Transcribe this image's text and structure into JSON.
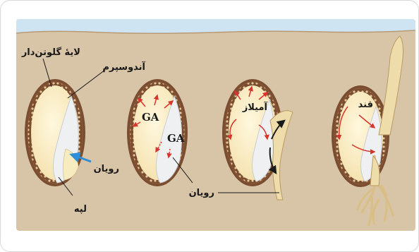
{
  "labels": {
    "aleurone_layer": "لایهٔ گلوتن‌دار",
    "endosperm": "آندوسپرم",
    "embryo_1": "رویان",
    "cotyledon": "لپه",
    "ga_1": "GA",
    "ga_2": "GA",
    "embryo_2": "رویان",
    "amylase": "آمیلاز",
    "sugar": "قند"
  },
  "colors": {
    "sky": "#cfe4f3",
    "soil": "#d8c4a6",
    "seed_coat": "#8a5a3a",
    "aleurone_dots": "#d6b98a",
    "endosperm": "#fbeec6",
    "embryo": "#eef0f2",
    "seedling": "#efdcab",
    "red_arrow": "#d8342c",
    "blue_arrow": "#2f8fd6"
  }
}
